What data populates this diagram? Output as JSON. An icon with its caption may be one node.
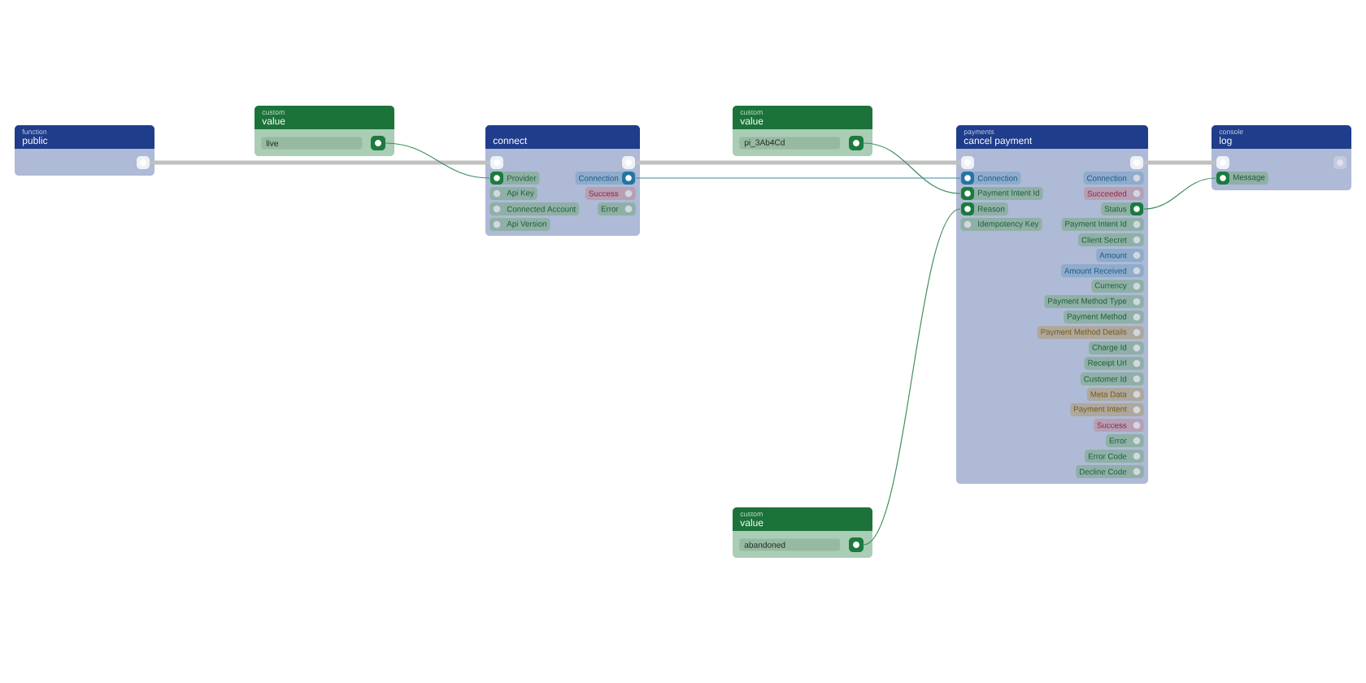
{
  "diagram": {
    "nodes": [
      {
        "text": [
          "function",
          "public"
        ]
      },
      {
        "text": [],
        "shape": "box",
        "in": 0
      },
      {
        "text": [
          "custom",
          "value"
        ]
      },
      {
        "text": [
          "live"
        ],
        "in": 2
      },
      {
        "text": [],
        "shape": "box",
        "in": 2
      },
      {
        "text": [
          "connect"
        ]
      },
      {
        "text": [],
        "shape": "box",
        "in": 5
      },
      {
        "text": [],
        "shape": "box",
        "in": 5
      },
      {
        "text": [
          "Provider"
        ],
        "in": 5
      },
      {
        "text": [
          "Connection"
        ],
        "in": 5
      },
      {
        "text": [
          "Api Key"
        ],
        "in": 5
      },
      {
        "text": [
          "Success"
        ],
        "in": 5
      },
      {
        "text": [
          "Connected Account"
        ],
        "in": 5
      },
      {
        "text": [
          "Error"
        ],
        "in": 5
      },
      {
        "text": [
          "Api Version"
        ],
        "in": 5
      },
      {
        "text": [
          "custom",
          "value"
        ]
      },
      {
        "text": [
          "pi_3Ab4Cd"
        ],
        "in": 15
      },
      {
        "text": [],
        "shape": "box",
        "in": 15
      },
      {
        "text": [
          "payments",
          "cancel payment"
        ]
      },
      {
        "text": [],
        "shape": "box",
        "in": 18
      },
      {
        "text": [],
        "shape": "box",
        "in": 18
      },
      {
        "text": [
          "Connection"
        ],
        "in": 18
      },
      {
        "text": [
          "Connection"
        ],
        "in": 18
      },
      {
        "text": [
          "Payment Intent Id"
        ],
        "in": 18
      },
      {
        "text": [
          "Succeeded"
        ],
        "in": 18
      },
      {
        "text": [
          "Reason"
        ],
        "in": 18
      },
      {
        "text": [
          "Status"
        ],
        "in": 18
      },
      {
        "text": [
          "Idempotency Key"
        ],
        "in": 18
      },
      {
        "text": [
          "Payment Intent Id"
        ],
        "in": 18
      },
      {
        "text": [
          "Client Secret"
        ],
        "in": 18
      },
      {
        "text": [
          "Amount"
        ],
        "in": 18
      },
      {
        "text": [
          "Amount Received"
        ],
        "in": 18
      },
      {
        "text": [
          "Currency"
        ],
        "in": 18
      },
      {
        "text": [
          "Payment Method Type"
        ],
        "in": 18
      },
      {
        "text": [
          "Payment Method"
        ],
        "in": 18
      },
      {
        "text": [
          "Payment Method Details"
        ],
        "in": 18
      },
      {
        "text": [
          "Charge Id"
        ],
        "in": 18
      },
      {
        "text": [
          "Receipt Url"
        ],
        "in": 18
      },
      {
        "text": [
          "Customer Id"
        ],
        "in": 18
      },
      {
        "text": [
          "Meta Data"
        ],
        "in": 18
      },
      {
        "text": [
          "Payment Intent"
        ],
        "in": 18
      },
      {
        "text": [
          "Success"
        ],
        "in": 18
      },
      {
        "text": [
          "Error"
        ],
        "in": 18
      },
      {
        "text": [
          "Error Code"
        ],
        "in": 18
      },
      {
        "text": [
          "Decline Code"
        ],
        "in": 18
      },
      {
        "text": [
          "console",
          "log"
        ]
      },
      {
        "text": [],
        "shape": "box",
        "in": 45
      },
      {
        "text": [],
        "shape": "box",
        "in": 45
      },
      {
        "text": [
          "Message"
        ],
        "in": 45
      },
      {
        "text": [
          "custom",
          "value"
        ]
      },
      {
        "text": [
          "abandoned"
        ],
        "in": 49
      },
      {
        "text": [],
        "shape": "box",
        "in": 49
      }
    ],
    "edges": [
      {
        "from": 1,
        "to": 6,
        "arrow": "none",
        "style": "thick",
        "color": "#c0c0c0"
      },
      {
        "from": 4,
        "to": 8,
        "arrow": "none"
      },
      {
        "from": 7,
        "to": 19,
        "arrow": "none",
        "style": "thick",
        "color": "#c0c0c0"
      },
      {
        "from": 9,
        "to": 21,
        "arrow": "none",
        "color": "#3b87a6"
      },
      {
        "from": 17,
        "to": 23,
        "arrow": "none"
      },
      {
        "from": 51,
        "to": 25,
        "arrow": "none"
      },
      {
        "from": 20,
        "to": 46,
        "arrow": "none",
        "style": "thick",
        "color": "#c0c0c0"
      },
      {
        "from": 26,
        "to": 48,
        "arrow": "none"
      }
    ]
  }
}
